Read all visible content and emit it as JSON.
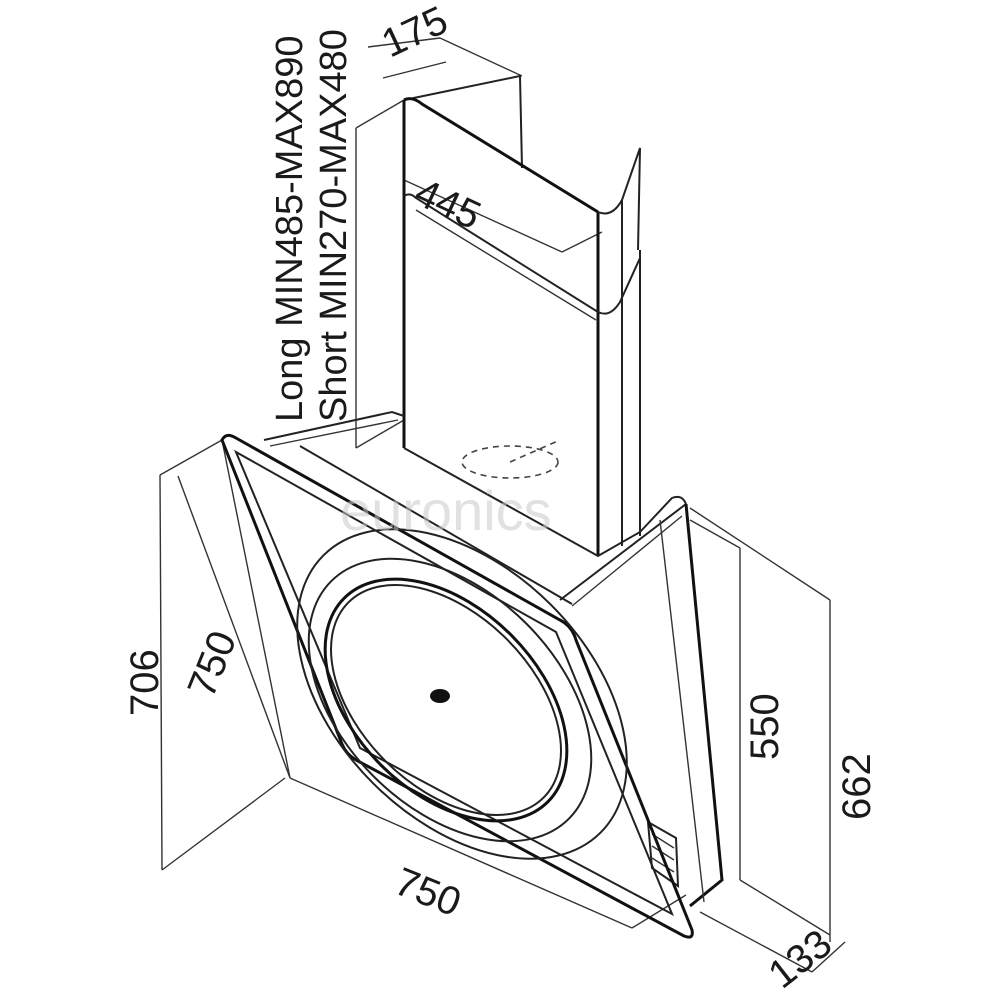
{
  "labels": {
    "long_range": "Long MIN485-MAX890",
    "short_range": "Short MIN270-MAX480"
  },
  "dimensions": {
    "chimney_depth": "175",
    "chimney_width": "445",
    "glass_height_outer": "706",
    "glass_height_inner": "750",
    "glass_width": "750",
    "body_height": "550",
    "total_height": "662",
    "depth": "133"
  },
  "watermark": "euronics"
}
